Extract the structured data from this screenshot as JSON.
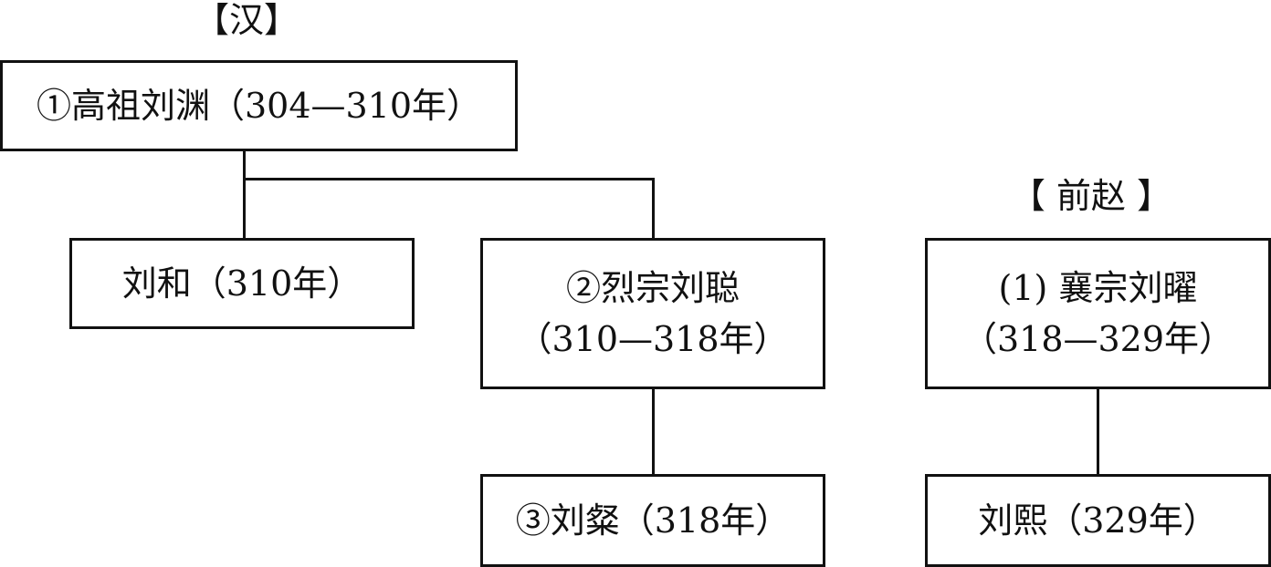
{
  "dynasties": {
    "han": "【汉】",
    "qian_zhao": "【 前赵 】"
  },
  "nodes": {
    "liu_yuan": "①高祖刘渊（304—310年）",
    "liu_he": "刘和（310年）",
    "liu_cong": {
      "line1": "②烈宗刘聪",
      "line2": "（310—318年）"
    },
    "liu_can": "③刘粲（318年）",
    "liu_yao": {
      "line1": "(1) 襄宗刘曜",
      "line2": "（318—329年）"
    },
    "liu_xi": "刘熙（329年）"
  }
}
